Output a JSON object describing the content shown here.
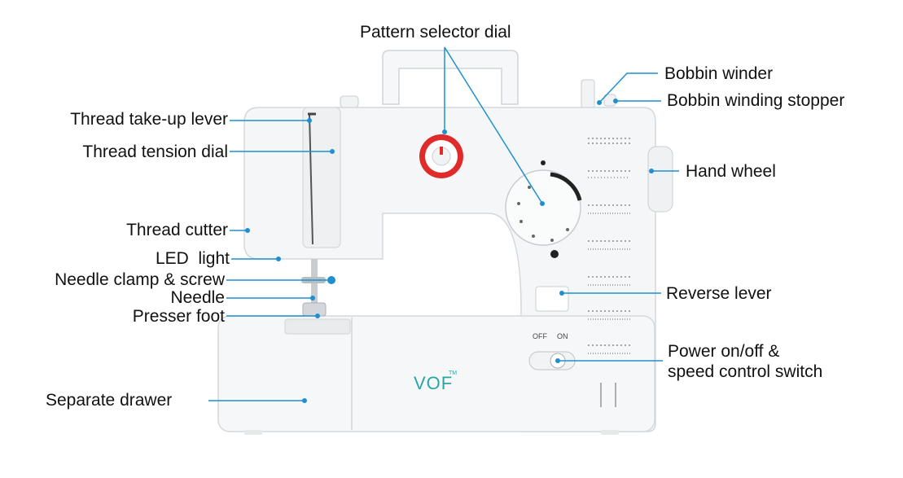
{
  "brand": "VOF",
  "brand_mark": "TM",
  "switch_off": "OFF",
  "switch_on": "ON",
  "colors": {
    "callout_line": "#1f8fd0",
    "machine_body": "#f4f5f6",
    "machine_outline": "#d6dadd",
    "dial_red": "#e02b2b",
    "brand_teal": "#2aa6a6"
  },
  "labels": {
    "pattern_selector_dial": "Pattern selector dial",
    "bobbin_winder": "Bobbin winder",
    "bobbin_winding_stopper": "Bobbin winding stopper",
    "hand_wheel": "Hand wheel",
    "thread_takeup_lever": "Thread take-up lever",
    "thread_tension_dial": "Thread tension dial",
    "thread_cutter": "Thread cutter",
    "led_light": "LED  light",
    "needle_clamp_screw": "Needle clamp & screw",
    "needle": "Needle",
    "presser_foot": "Presser foot",
    "reverse_lever": "Reverse lever",
    "power_line1": "Power on/off &",
    "power_line2": "speed control switch",
    "separate_drawer": "Separate drawer"
  }
}
